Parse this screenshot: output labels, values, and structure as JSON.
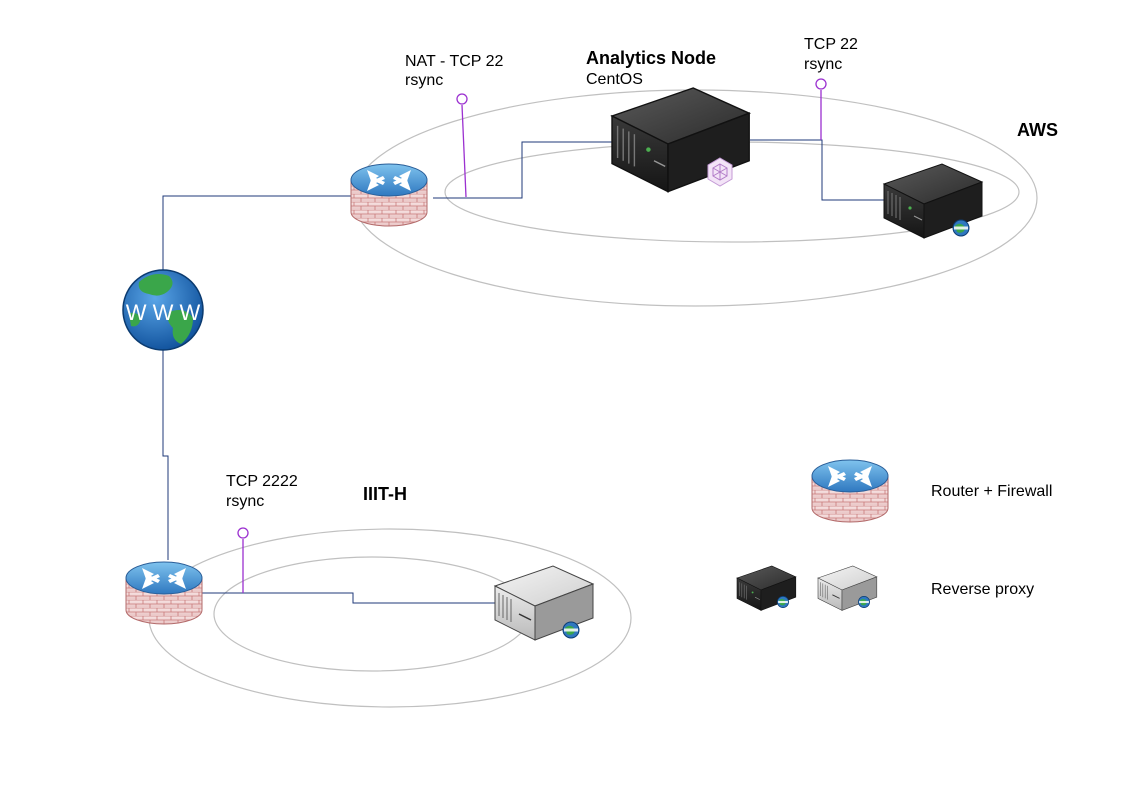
{
  "labels": {
    "analytics_title": "Analytics Node",
    "analytics_os": "CentOS",
    "aws": "AWS",
    "iiith": "IIIT-H",
    "nat_line1": "NAT - TCP 22",
    "nat_line2": "rsync",
    "aws_tcp_line1": "TCP 22",
    "aws_tcp_line2": "rsync",
    "iiith_tcp_line1": "TCP 2222",
    "iiith_tcp_line2": "rsync",
    "www_text": "W W W"
  },
  "legend": {
    "router_firewall": "Router + Firewall",
    "reverse_proxy": "Reverse proxy"
  },
  "colors": {
    "link_line": "#1f3a7a",
    "port_marker": "#9b30d0",
    "zone_ellipse": "#c0c0c0"
  },
  "icons": {
    "router": "router-firewall-icon",
    "server_dark": "dark-server-icon",
    "server_light": "light-server-icon",
    "globe": "www-globe-icon"
  }
}
